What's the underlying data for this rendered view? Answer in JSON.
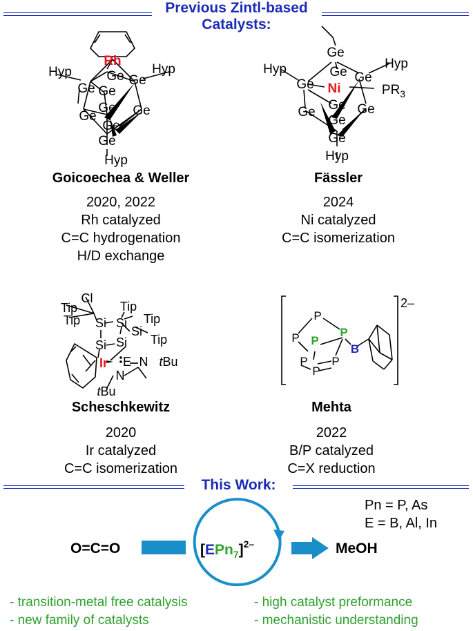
{
  "header": {
    "previous_line1": "Previous Zintl-based",
    "previous_line2": "Catalysts:",
    "this_work": "This Work:"
  },
  "catalysts": [
    {
      "name": "Goicoechea & Weller",
      "lines": [
        "2020, 2022",
        "Rh catalyzed",
        "C=C hydrogenation",
        "H/D exchange"
      ]
    },
    {
      "name": "Fässler",
      "lines": [
        "2024",
        "Ni catalyzed",
        "C=C isomerization"
      ]
    },
    {
      "name": "Scheschkewitz",
      "lines": [
        "2020",
        "Ir catalyzed",
        "C=C isomerization"
      ]
    },
    {
      "name": "Mehta",
      "lines": [
        "2022",
        "B/P catalyzed",
        "C=X reduction"
      ]
    }
  ],
  "structures": {
    "rh": {
      "metal": "Rh",
      "ge": "Ge",
      "hyp": "Hyp"
    },
    "ni": {
      "metal": "Ni",
      "ge": "Ge",
      "hyp": "Hyp",
      "pr": "PR",
      "pr_sub": "3"
    },
    "ir": {
      "metal": "Ir",
      "cl": "Cl",
      "tip": "Tip",
      "si": "Si",
      "e": "E",
      "n": "N",
      "tbu_t": "t",
      "tbu_bu": "Bu"
    },
    "mehta": {
      "p": "P",
      "b": "B",
      "charge": "2–"
    }
  },
  "scheme": {
    "reactant": "O=C=O",
    "product": "MeOH",
    "cat_open": "[",
    "cat_e": "E",
    "cat_pn": "Pn",
    "cat_sub": "7",
    "cat_close": "]",
    "cat_charge": "2–",
    "pn_def": "Pn = P, As",
    "e_def": "E = B, Al, In"
  },
  "highlights": [
    "- transition-metal free catalysis",
    "- new family of catalysts",
    "-  high catalyst preformance",
    "-  mechanistic understanding"
  ],
  "colors": {
    "blue": "#1c2bb6",
    "red": "#e8141b",
    "green": "#2ea02e",
    "arrow": "#1a8ec9",
    "pn_green": "#2aa52a"
  }
}
